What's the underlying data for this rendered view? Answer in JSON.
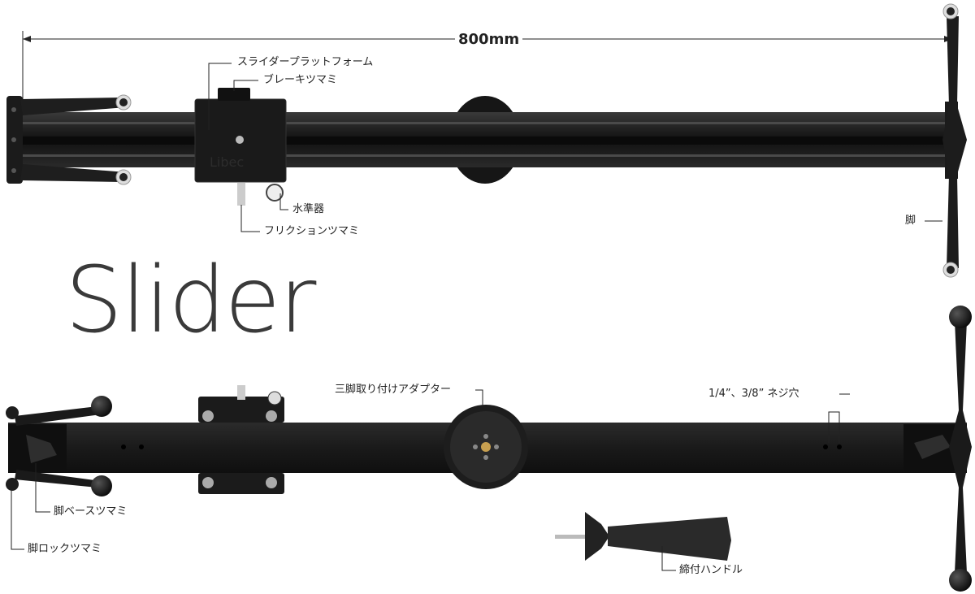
{
  "title": "Slider",
  "dimension": "800mm",
  "labels": {
    "platform": "スライダープラットフォーム",
    "brake_knob": "ブレーキツマミ",
    "level": "水準器",
    "friction_knob": "フリクションツマミ",
    "leg": "脚",
    "tripod_adapter": "三脚取り付けアダプター",
    "screw_holes": "1/4”、3/8” ネジ穴",
    "leg_base_knob": "脚ベースツマミ",
    "leg_lock_knob": "脚ロックツマミ",
    "handle": "締付ハンドル"
  },
  "brand_mark": "Libec"
}
